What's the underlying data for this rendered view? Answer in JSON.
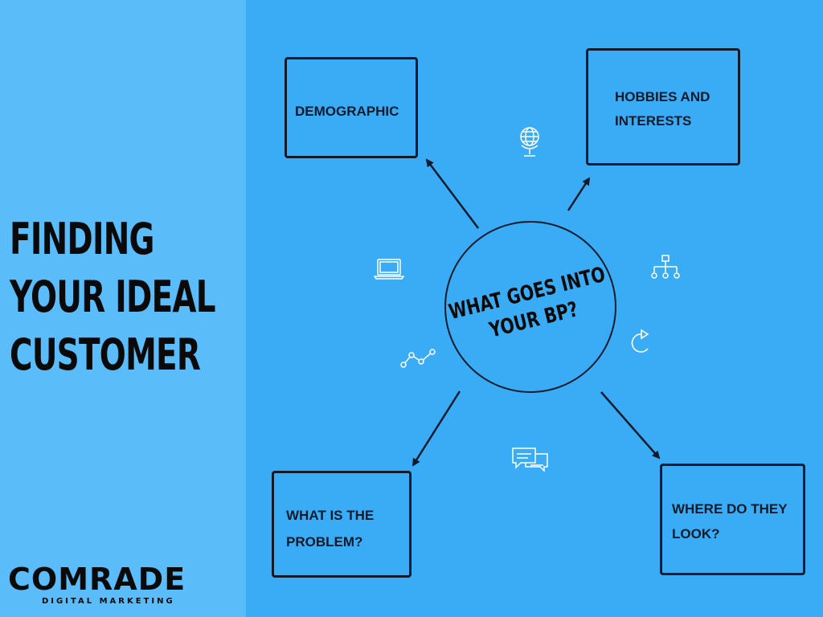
{
  "title": {
    "lines": [
      "FINDING",
      "YOUR IDEAL",
      "CUSTOMER"
    ]
  },
  "logo": {
    "word": "COMRADE",
    "subtitle": "DIGITAL MARKETING"
  },
  "center": {
    "lines": [
      "WHAT GOES INTO",
      "YOUR BP?"
    ]
  },
  "boxes": {
    "demographic": "DEMOGRAPHIC",
    "hobbies": "HOBBIES AND\nINTERESTS",
    "problem": "WHAT IS THE\nPROBLEM?",
    "where": "WHERE DO THEY\nLOOK?"
  },
  "icons": {
    "globe": "globe-icon",
    "laptop": "laptop-icon",
    "hierarchy": "hierarchy-icon",
    "refresh": "refresh-icon",
    "line_graph": "line-graph-icon",
    "chat": "chat-icon"
  },
  "colors": {
    "background": "#3aacf5",
    "left_panel": "#5bbcfa",
    "ink": "#0f1b2a",
    "icon_stroke": "#ffffff"
  }
}
